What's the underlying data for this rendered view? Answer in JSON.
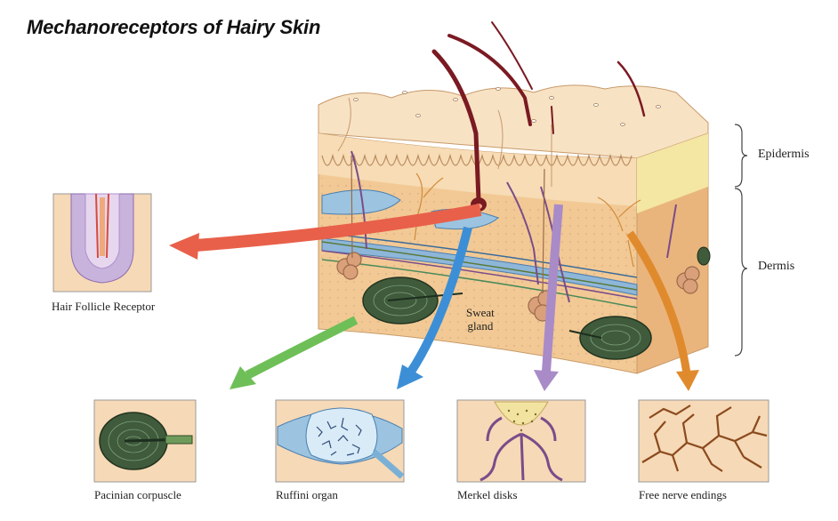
{
  "title": "Mechanoreceptors of Hairy Skin",
  "layer_labels": {
    "epidermis": "Epidermis",
    "dermis": "Dermis"
  },
  "structure_labels": {
    "sweat_gland_line1": "Sweat",
    "sweat_gland_line2": "gland"
  },
  "receptors": {
    "hair_follicle": "Hair Follicle Receptor",
    "pacinian": "Pacinian corpuscle",
    "ruffini": "Ruffini organ",
    "merkel": "Merkel disks",
    "free_nerve": "Free nerve endings"
  },
  "colors": {
    "skin_light": "#f7dcb5",
    "skin_mid": "#f2c994",
    "skin_dark": "#e9b57c",
    "epidermis_yellow": "#f4e6a3",
    "hair": "#7a1a22",
    "arrow_red": "#e8604a",
    "arrow_green": "#6fbf58",
    "arrow_blue": "#3c8fd6",
    "arrow_purple": "#a98bc8",
    "arrow_orange": "#e08a2e",
    "pacinian_green": "#3f5b3c",
    "nerve_purple": "#7a4c8a",
    "inset_bg": "#f6d9b6"
  }
}
